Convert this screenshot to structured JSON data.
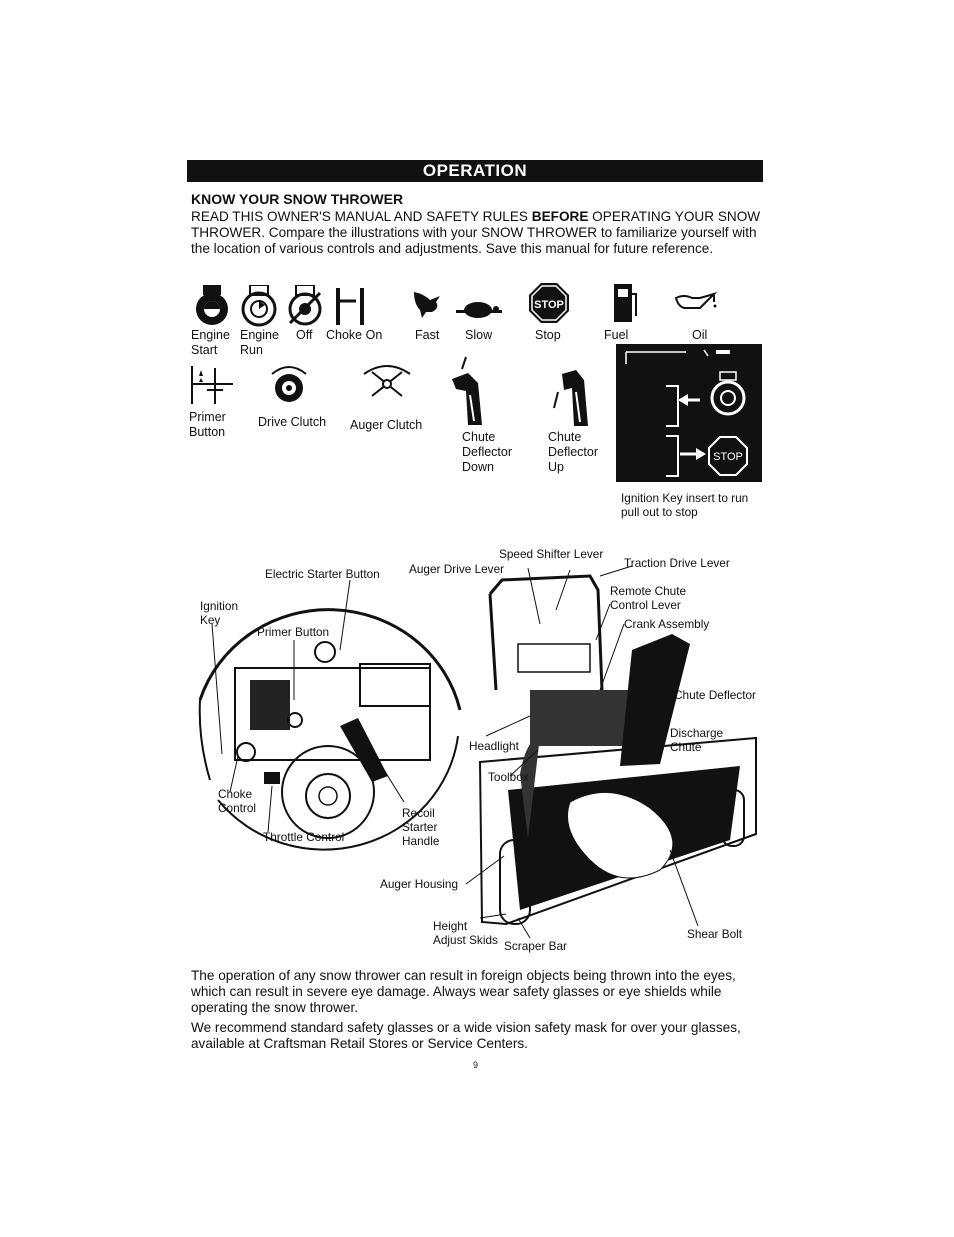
{
  "banner": "OPERATION",
  "section_heading": "KNOW YOUR SNOW THROWER",
  "intro": {
    "part1": "READ THIS OWNER'S MANUAL AND SAFETY RULES ",
    "bold": "BEFORE",
    "part2": " OPERATING YOUR SNOW THROWER. Compare the illustrations with your SNOW THROWER  to familiarize yourself with the location of various controls and adjustments. Save this manual for future reference."
  },
  "symbols_row1": [
    {
      "label": "Engine\nStart",
      "icon": "engine-start-icon"
    },
    {
      "label": "Engine\nRun",
      "icon": "engine-run-icon"
    },
    {
      "label": "Off",
      "icon": "engine-off-icon"
    },
    {
      "label": "Choke On",
      "icon": "choke-on-icon"
    },
    {
      "label": "Fast",
      "icon": "rabbit-icon"
    },
    {
      "label": "Slow",
      "icon": "turtle-icon"
    },
    {
      "label": "Stop",
      "icon": "stop-sign-icon"
    },
    {
      "label": "Fuel",
      "icon": "fuel-pump-icon"
    },
    {
      "label": "Oil",
      "icon": "oil-can-icon"
    }
  ],
  "symbols_row2": [
    {
      "label": "Primer\nButton",
      "icon": "primer-button-icon"
    },
    {
      "label": "Drive Clutch",
      "icon": "drive-clutch-icon"
    },
    {
      "label": "Auger Clutch",
      "icon": "auger-clutch-icon"
    },
    {
      "label": "Chute\nDeflector\nDown",
      "icon": "chute-down-icon"
    },
    {
      "label": "Chute\nDeflector\nUp",
      "icon": "chute-up-icon"
    }
  ],
  "stop_text": "STOP",
  "ignition_caption": "Ignition Key insert to run\npull out to stop",
  "diagram_labels": {
    "electric_starter_button": "Electric Starter Button",
    "ignition_key": "Ignition\nKey",
    "primer_button": "Primer Button",
    "choke_control": "Choke\nControl",
    "throttle_control": "Throttle Control",
    "recoil_starter_handle": "Recoil\nStarter\nHandle",
    "speed_shifter_lever": "Speed Shifter Lever",
    "auger_drive_lever": "Auger Drive Lever",
    "traction_drive_lever": "Traction Drive Lever",
    "remote_chute_control_lever": "Remote Chute\nControl Lever",
    "crank_assembly": "Crank Assembly",
    "chute_deflector": "Chute Deflector",
    "headlight": "Headlight",
    "discharge_chute": "Discharge\nChute",
    "toolbox": "Toolbox",
    "auger_housing": "Auger Housing",
    "height_adjust_skids": "Height\nAdjust Skids",
    "scraper_bar": "Scraper Bar",
    "shear_bolt": "Shear Bolt"
  },
  "paragraphs": [
    "The operation of any snow thrower can result in foreign objects being thrown into the eyes, which can result in severe eye damage.  Always wear safety glasses or eye shields while operating the snow thrower.",
    "We recommend standard safety glasses or a wide vision safety mask for over your glasses, available at Craftsman Retail Stores or  Service Centers."
  ],
  "page_number": "9"
}
